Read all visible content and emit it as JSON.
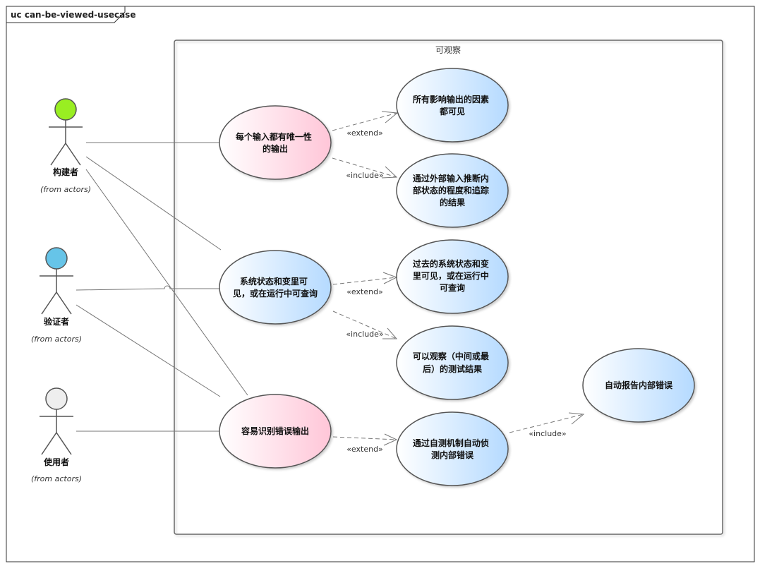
{
  "frame": {
    "title": "uc can-be-viewed-usecase"
  },
  "boundary": {
    "label": "可观察"
  },
  "actors": [
    {
      "id": "builder",
      "name": "构建者",
      "note": "(from actors)",
      "head_color": "#99ee22"
    },
    {
      "id": "verifier",
      "name": "验证者",
      "note": "(from actors)",
      "head_color": "#66c4e8"
    },
    {
      "id": "user",
      "name": "使用者",
      "note": "(from actors)",
      "head_color": "#eeeeee"
    }
  ],
  "usecases": [
    {
      "id": "uc1",
      "kind": "main",
      "lines": [
        "每个输入都有唯一性",
        "的输出"
      ]
    },
    {
      "id": "uc2",
      "kind": "main",
      "lines": [
        "系统状态和变里可",
        "见，或在运行中可查询"
      ]
    },
    {
      "id": "uc3",
      "kind": "main",
      "lines": [
        "容易识别错误输出"
      ]
    },
    {
      "id": "uc4",
      "kind": "sub",
      "lines": [
        "所有影响输出的因素",
        "都可见"
      ]
    },
    {
      "id": "uc5",
      "kind": "sub",
      "lines": [
        "通过外部输入推断内",
        "部状态的程度和追踪",
        "的结果"
      ]
    },
    {
      "id": "uc6",
      "kind": "sub",
      "lines": [
        "过去的系统状态和变",
        "里可见，或在运行中",
        "可查询"
      ]
    },
    {
      "id": "uc7",
      "kind": "sub",
      "lines": [
        "可以观察（中间或最",
        "后）的测试结果"
      ]
    },
    {
      "id": "uc8",
      "kind": "sub",
      "lines": [
        "通过自测机制自动侦",
        "测内部错误"
      ]
    },
    {
      "id": "uc9",
      "kind": "sub",
      "lines": [
        "自动报告内部错误"
      ]
    }
  ],
  "associations": [
    {
      "from": "builder",
      "to": "uc1"
    },
    {
      "from": "builder",
      "to": "uc2"
    },
    {
      "from": "builder",
      "to": "uc3"
    },
    {
      "from": "verifier",
      "to": "uc2"
    },
    {
      "from": "verifier",
      "to": "uc3"
    },
    {
      "from": "user",
      "to": "uc3"
    }
  ],
  "relations": [
    {
      "from": "uc1",
      "to": "uc4",
      "label": "«extend»"
    },
    {
      "from": "uc1",
      "to": "uc5",
      "label": "«include»"
    },
    {
      "from": "uc2",
      "to": "uc6",
      "label": "«extend»"
    },
    {
      "from": "uc2",
      "to": "uc7",
      "label": "«include»"
    },
    {
      "from": "uc3",
      "to": "uc8",
      "label": "«extend»"
    },
    {
      "from": "uc8",
      "to": "uc9",
      "label": "«include»"
    }
  ],
  "colors": {
    "main_gradient": [
      "#ffffff",
      "#ffc6d8"
    ],
    "sub_gradient": [
      "#ffffff",
      "#b5daff"
    ],
    "stroke": "#555555",
    "line": "#777777"
  }
}
